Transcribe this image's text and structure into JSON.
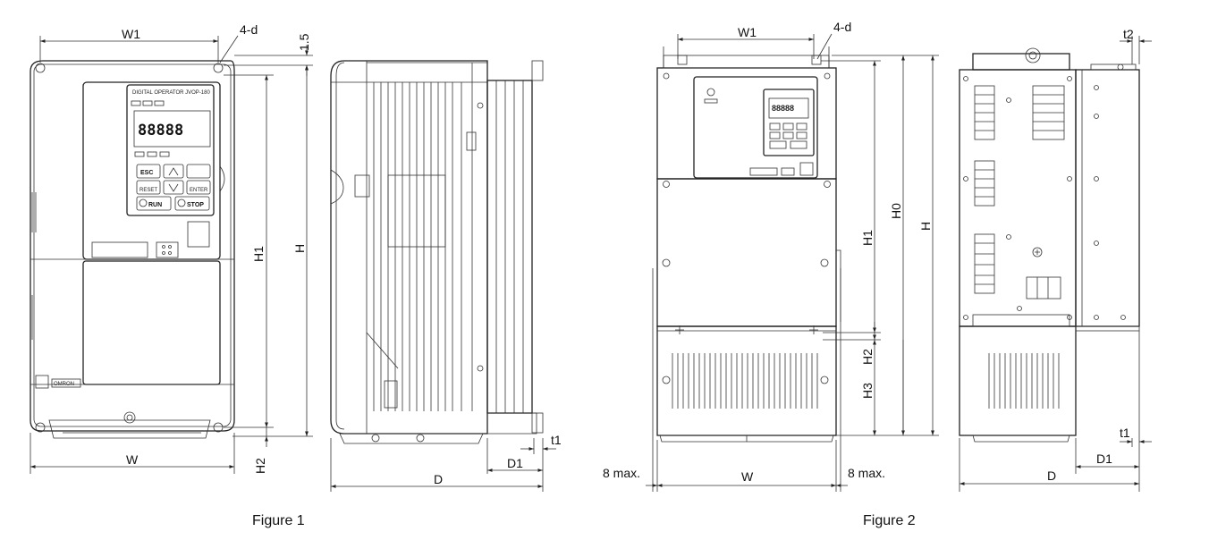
{
  "figure1": {
    "caption": "Figure 1",
    "labels": {
      "W1": "W1",
      "four_d": "4-d",
      "gap_1_5": "1.5",
      "H1": "H1",
      "H": "H",
      "W": "W",
      "H2": "H2",
      "D": "D",
      "D1": "D1",
      "t1": "t1"
    },
    "keypad": {
      "display": "88888",
      "run": "RUN",
      "stop": "STOP",
      "reset": "RESET",
      "enter": "ENTER",
      "esc": "ESC",
      "brand": "OMRON"
    }
  },
  "figure2": {
    "caption": "Figure 2",
    "labels": {
      "W1": "W1",
      "four_d": "4-d",
      "H0": "H0",
      "H1": "H1",
      "H": "H",
      "H2": "H2",
      "H3": "H3",
      "t2": "t2",
      "t1": "t1",
      "D1": "D1",
      "D": "D",
      "W": "W",
      "max_left": "8 max.",
      "max_right": "8 max."
    },
    "keypad": {
      "display": "88888"
    }
  }
}
